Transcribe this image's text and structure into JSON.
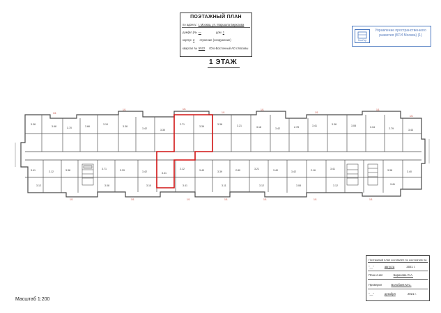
{
  "header": {
    "title": "ПОЭТАЖНЫЙ ПЛАН",
    "address_label": "по адресу:",
    "address_value": "г. Москва, ул. Маршала Бирюзова",
    "house_label": "дом(вл.)№",
    "house_value": "—",
    "dom_label": "дом",
    "dom_value": "1",
    "korpus_label": "корпус",
    "korpus_value": "2",
    "building_label": "строение (сооружение)",
    "quarter_label": "квартал №",
    "quarter_value": "5522",
    "district_value": "Юго-Восточный АО г.Москвы"
  },
  "stamp": {
    "logo_text": "МосГор",
    "text": "Управление пространственного развития (БТИ Москва) (1)"
  },
  "floor_label": "1 ЭТАЖ",
  "scale_label": "Масштаб 1:200",
  "certificate": {
    "title": "Поэтажный план составлен по состоянию на",
    "date_day": "\"__\"",
    "date_month": "августа",
    "date_year": "2021 г.",
    "executor_label": "План снял",
    "executor_value": "Баринова О.А.",
    "checker_label": "Проверил",
    "checker_value": "Волобаев М.С.",
    "issue_day": "\"__\"",
    "issue_month": "декабря",
    "issue_year": "2021 г."
  },
  "colors": {
    "wall": "#4a4a4a",
    "highlight": "#d11414",
    "stamp_blue": "#4a78c0",
    "label_red": "#c0392b"
  }
}
